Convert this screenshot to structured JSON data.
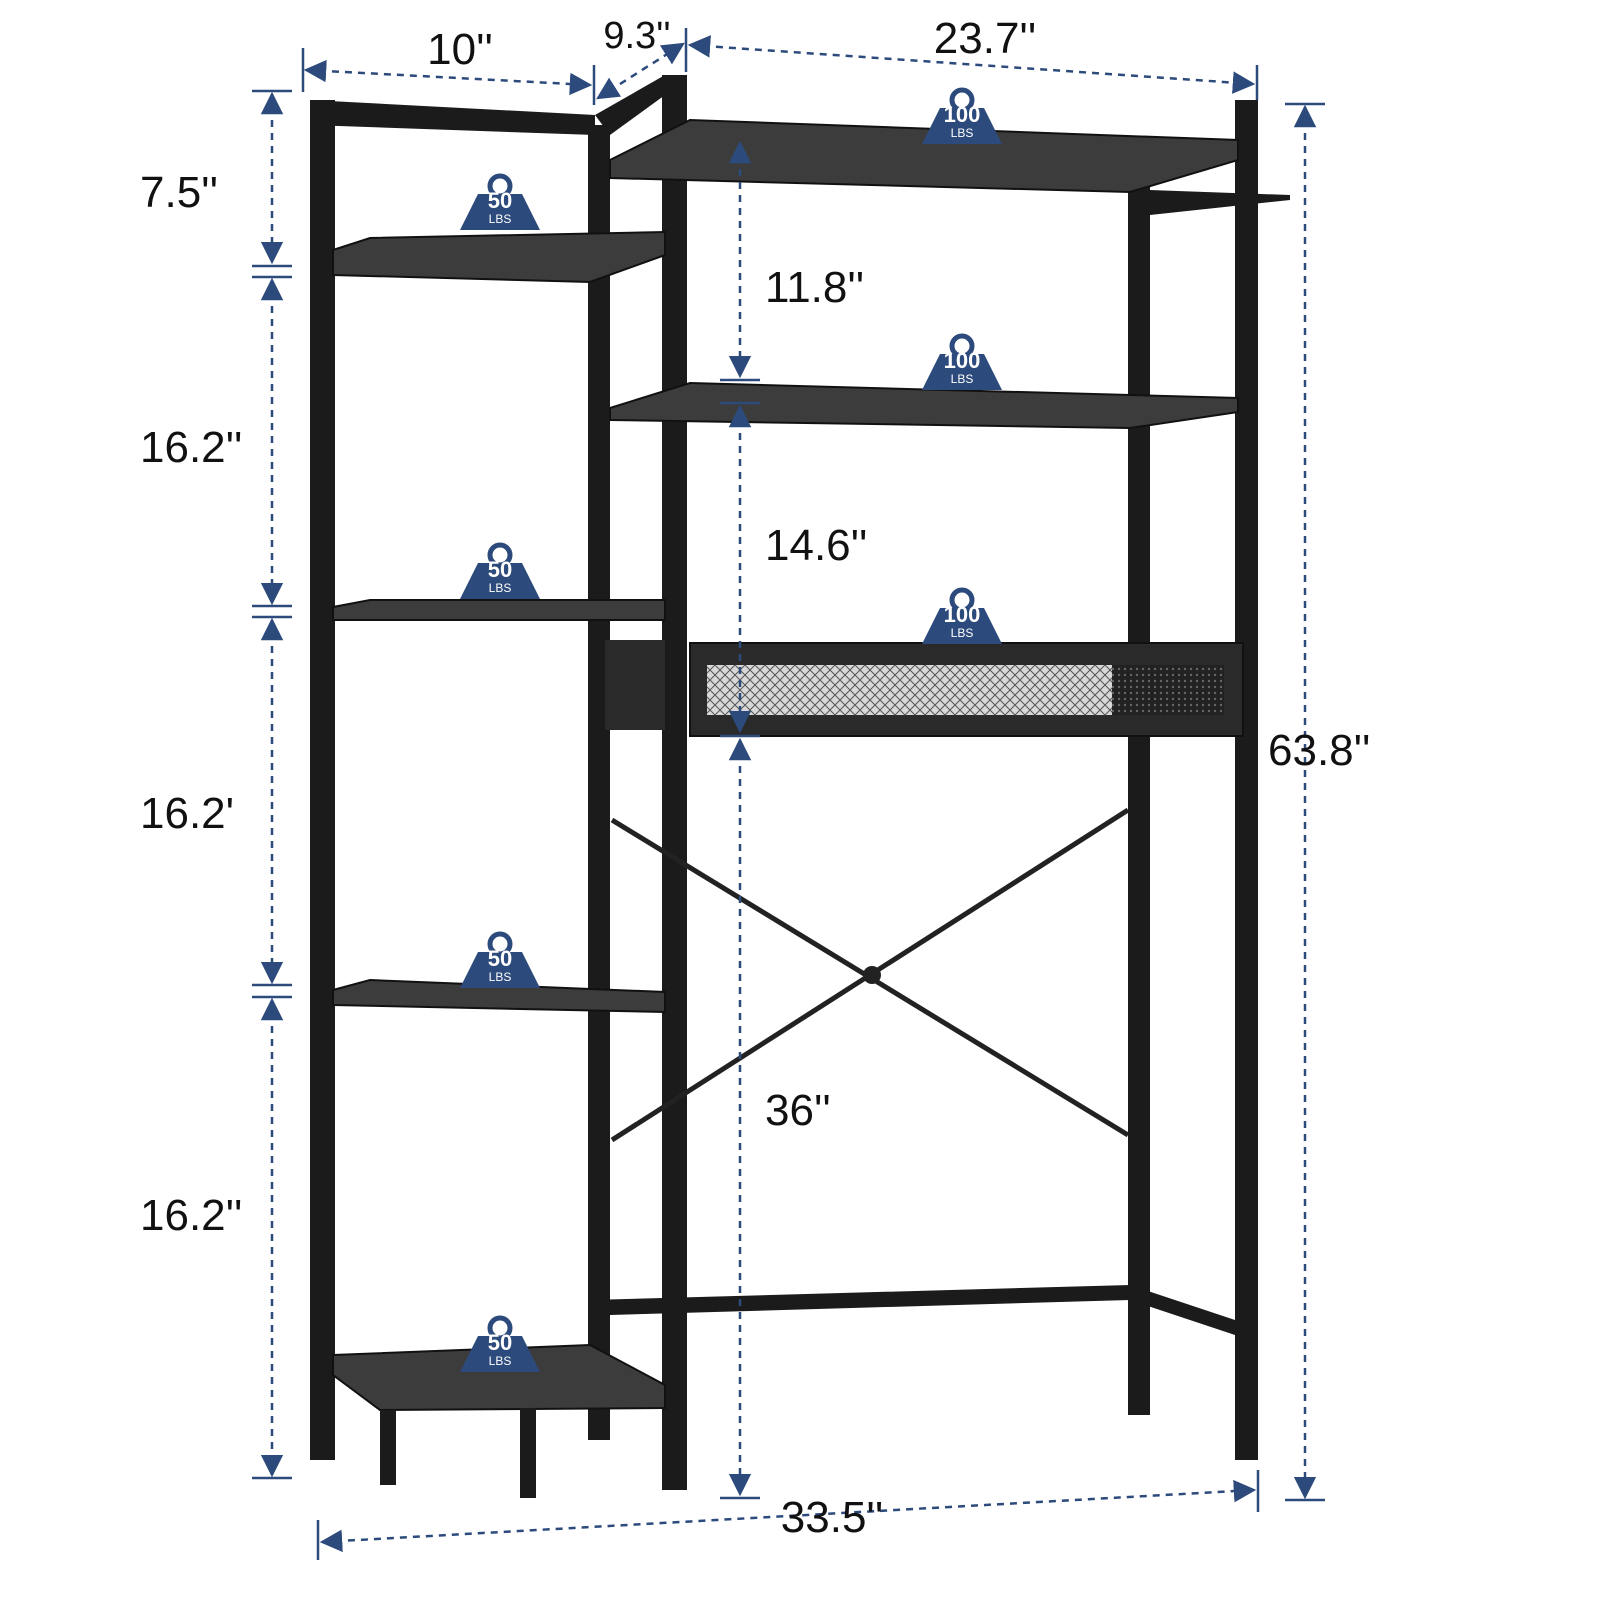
{
  "colors": {
    "dimension_line": "#2c4a7c",
    "frame": "#1b1b1b",
    "shelf": "#3c3c3c",
    "badge": "#2c4a7c"
  },
  "dimensions": {
    "left_shelf_width": "10''",
    "left_shelf_depth": "9.3''",
    "top_width": "23.7''",
    "total_width": "33.5''",
    "left_gap_1": "7.5''",
    "left_gap_2": "16.2''",
    "left_gap_3": "16.2'",
    "left_gap_4": "16.2''",
    "right_gap_1": "11.8''",
    "right_gap_2": "14.6''",
    "right_gap_3": "36''",
    "total_height": "63.8''"
  },
  "weight_badges": {
    "left": [
      {
        "value": "50",
        "unit": "LBS"
      },
      {
        "value": "50",
        "unit": "LBS"
      },
      {
        "value": "50",
        "unit": "LBS"
      },
      {
        "value": "50",
        "unit": "LBS"
      }
    ],
    "right": [
      {
        "value": "100",
        "unit": "LBS"
      },
      {
        "value": "100",
        "unit": "LBS"
      },
      {
        "value": "100",
        "unit": "LBS"
      }
    ]
  }
}
